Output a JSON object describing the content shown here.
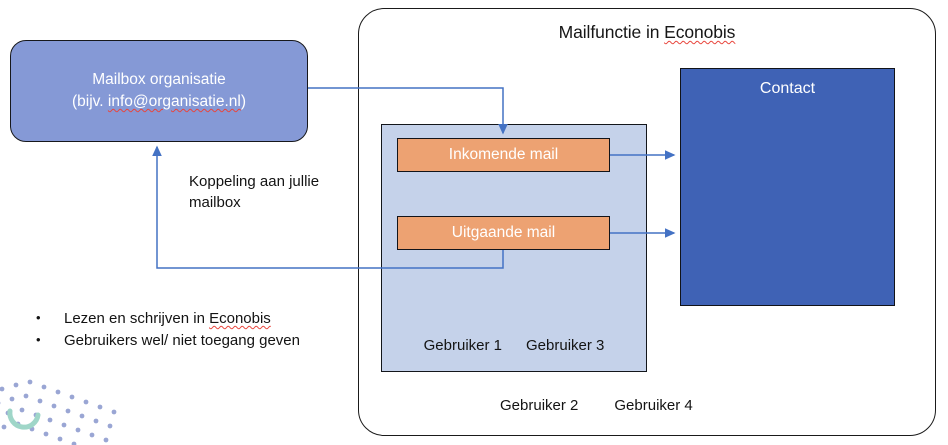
{
  "diagram": {
    "panel_title": "Mailfunctie in ",
    "panel_title_marked": "Econobis",
    "mailbox": {
      "line1": "Mailbox organisatie",
      "line2_pre": "(bijv. ",
      "line2_marked": "info@organisatie.nl",
      "line2_post": ")"
    },
    "mail_incoming": "Inkomende mail",
    "mail_outgoing": "Uitgaande mail",
    "contact": "Contact",
    "koppeling_note": "Koppeling aan jullie mailbox",
    "users_in_box": {
      "user1": "Gebruiker 1",
      "user3": "Gebruiker 3"
    },
    "users_below": {
      "user2": "Gebruiker 2",
      "user4": "Gebruiker 4"
    },
    "bullets": [
      {
        "marker": "•",
        "pre": "Lezen en schrijven in ",
        "marked": "Econobis",
        "post": ""
      },
      {
        "marker": "•",
        "pre": "Gebruikers wel/ niet toegang geven",
        "marked": "",
        "post": ""
      }
    ],
    "colors": {
      "mailbox_fill": "#8599d6",
      "userbox_fill": "#c5d2ea",
      "mail_fill": "#eda272",
      "contact_fill": "#3f62b5",
      "wire": "#4472c4",
      "outline": "#17181c",
      "spellcheck": "#e8453c",
      "deco_dot": "#9aa6d4",
      "deco_arc": "#9fd6c8"
    }
  }
}
